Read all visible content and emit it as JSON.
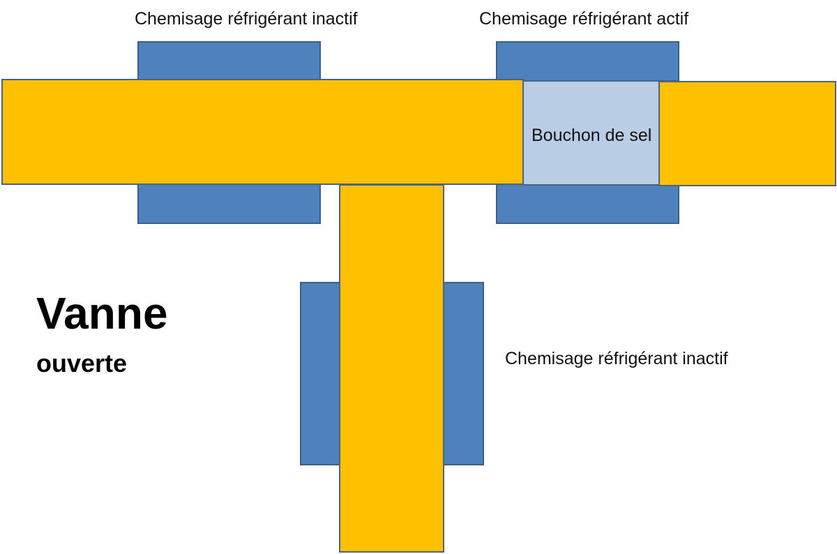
{
  "labels": {
    "top_left_jacket": "Chemisage réfrigérant inactif",
    "top_right_jacket": "Chemisage réfrigérant actif",
    "bottom_jacket": "Chemisage réfrigérant inactif",
    "salt_plug": "Bouchon de sel",
    "title_main": "Vanne",
    "title_sub": "ouverte"
  },
  "colors": {
    "pipe": "#ffc000",
    "jacket": "#4f81bd",
    "salt_plug": "#b9cde5",
    "outline": "#3a5f8c"
  }
}
